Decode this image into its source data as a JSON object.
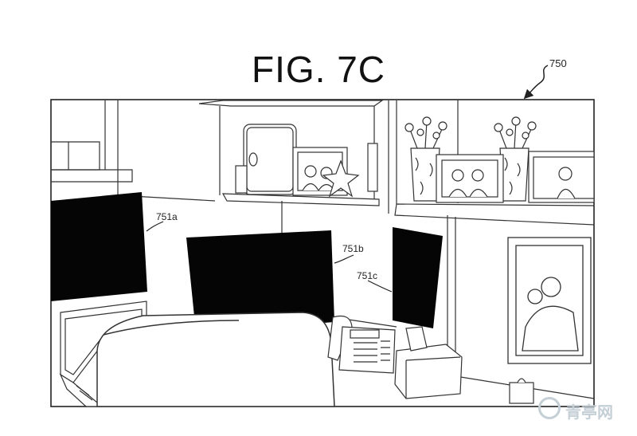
{
  "figure": {
    "title": "FIG. 7C",
    "ref": "750",
    "labels": {
      "a": "751a",
      "b": "751b",
      "c": "751c"
    }
  },
  "watermark": {
    "text": "青亭网"
  }
}
